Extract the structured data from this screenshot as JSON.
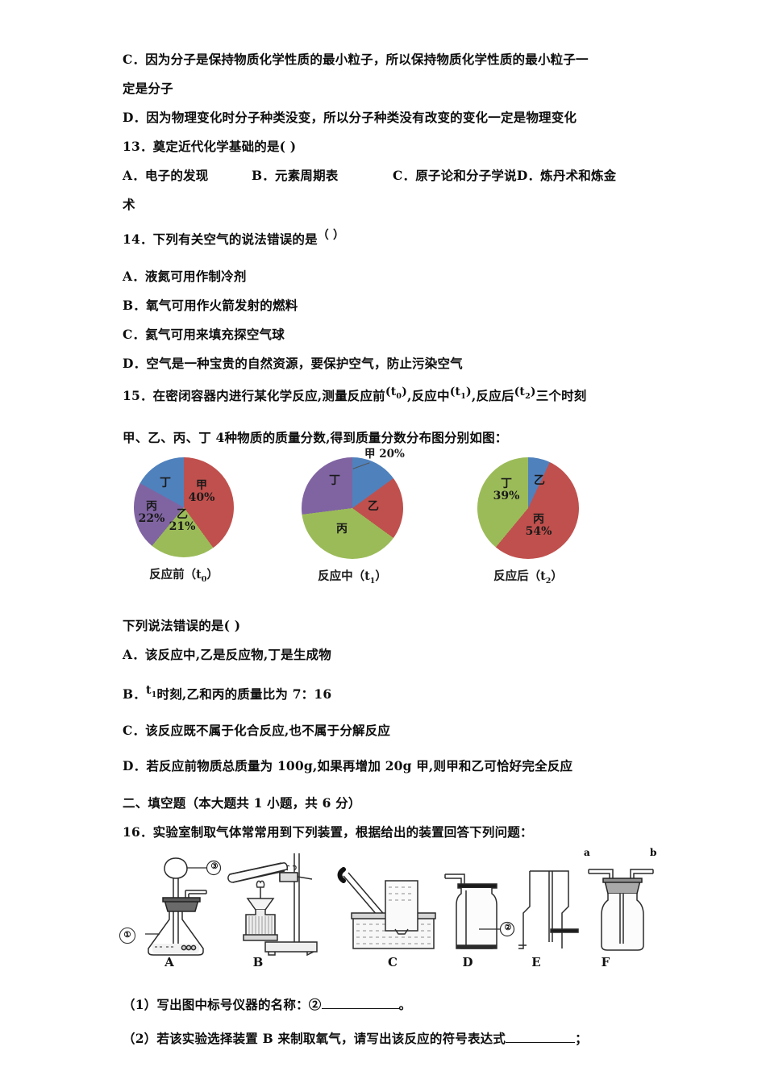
{
  "document": {
    "type": "exam-paper",
    "language": "zh-CN"
  },
  "q12_options": {
    "c": "C．因为分子是保持物质化学性质的最小粒子，所以保持物质化学性质的最小粒子一",
    "c_cont": "定是分子",
    "d": "D．因为物理变化时分子种类没变，所以分子种类没有改变的变化一定是物理变化"
  },
  "q13": {
    "stem": "13．奠定近代化学基础的是( )",
    "option_a": "A．电子的发现",
    "option_b": "B．元素周期表",
    "option_c": "C．原子论和分子学说",
    "option_d": "D．炼丹术和炼金",
    "option_d_cont": "术"
  },
  "q14": {
    "stem": "14．下列有关空气的说法错误的是",
    "stem_paren": "（    ）",
    "option_a": "A．液氮可用作制冷剂",
    "option_b": "B．氧气可用作火箭发射的燃料",
    "option_c": "C．氦气可用来填充探空气球",
    "option_d": "D．空气是一种宝贵的自然资源，要保护空气，防止污染空气"
  },
  "q15": {
    "stem_p1": "15．在密闭容器内进行某化学反应,测量反应前",
    "stem_t0": "(t",
    "stem_t0_sub": "0",
    "stem_t0_end": ")",
    "stem_p2": ",反应中",
    "stem_t1": "(t",
    "stem_t1_sub": "1",
    "stem_t1_end": ")",
    "stem_p3": ",反应后",
    "stem_t2": "(t",
    "stem_t2_sub": "2",
    "stem_t2_end": ")",
    "stem_p4": "三个时刻",
    "stem_line2": "甲、乙、丙、丁 4种物质的质量分数,得到质量分数分布图分别如图：",
    "question": "下列说法错误的是(  )",
    "option_a": "A．该反应中,乙是反应物,丁是生成物",
    "option_b_pre": "B．",
    "option_b_t": "t",
    "option_b_sub": "1",
    "option_b_post": "时刻,乙和丙的质量比为 7：16",
    "option_c": "C．该反应既不属于化合反应,也不属于分解反应",
    "option_d": "D．若反应前物质总质量为 100g,如果再增加 20g 甲,则甲和乙可恰好完全反应"
  },
  "section2": {
    "heading": "二、填空题（本大题共 1 小题，共 6 分）",
    "q16_stem": "16．实验室制取气体常常用到下列装置，根据给出的装置回答下列问题："
  },
  "q16_sub": {
    "item1_pre": "（1）写出图中标号仪器的名称：",
    "item1_num": "②",
    "item1_post": "。",
    "item2_pre": "（2）若该实验选择装置 B 来制取氧气，请写出该反应的符号表达式",
    "item2_post": "；"
  },
  "apparatus": {
    "labels": [
      "A",
      "B",
      "C",
      "D",
      "E",
      "F"
    ],
    "marker_a_top": "③",
    "marker_a_left": "①",
    "marker_d": "②",
    "marker_f_a": "a",
    "marker_f_b": "b"
  },
  "colors": {
    "jia_red": "#c0504d",
    "yi_green": "#9bbb59",
    "bing_purple": "#8064a2",
    "ding_blue": "#4f81bd",
    "text": "#0d0d0d",
    "page_bg": "#ffffff"
  },
  "chart_data": [
    {
      "type": "pie",
      "title": "反应前（t0）",
      "title_main": "反应前（t",
      "title_sub": "0",
      "title_end": "）",
      "categories": [
        "甲",
        "乙",
        "丙",
        "丁"
      ],
      "values": [
        40,
        21,
        22,
        17
      ],
      "labels": [
        "甲\n40%",
        "乙\n21%",
        "丙\n22%",
        "丁"
      ],
      "value_labels": [
        "40%",
        "21%",
        "22%",
        ""
      ],
      "colors": [
        "#c0504d",
        "#9bbb59",
        "#8064a2",
        "#4f81bd"
      ],
      "start_angle": 0,
      "legend": "none"
    },
    {
      "type": "pie",
      "title": "反应中（t1）",
      "title_main": "反应中（t",
      "title_sub": "1",
      "title_end": "）",
      "categories": [
        "甲",
        "乙",
        "丙",
        "丁"
      ],
      "values": [
        15,
        20,
        38,
        27
      ],
      "labels": [
        "甲 20%",
        "乙",
        "丙",
        "丁"
      ],
      "value_labels": [
        "20%",
        "",
        "",
        ""
      ],
      "colors": [
        "#4f81bd",
        "#c0504d",
        "#9bbb59",
        "#8064a2"
      ],
      "outside_label": "甲 20%",
      "start_angle": 0,
      "legend": "none"
    },
    {
      "type": "pie",
      "title": "反应后（t2）",
      "title_main": "反应后（t",
      "title_sub": "2",
      "title_end": "）",
      "categories": [
        "乙",
        "丙",
        "丁"
      ],
      "values": [
        7,
        54,
        39
      ],
      "labels": [
        "乙",
        "丙\n54%",
        "丁\n39%"
      ],
      "value_labels": [
        "",
        "54%",
        "39%"
      ],
      "colors": [
        "#4f81bd",
        "#c0504d",
        "#9bbb59"
      ],
      "start_angle": 0,
      "legend": "none"
    }
  ]
}
